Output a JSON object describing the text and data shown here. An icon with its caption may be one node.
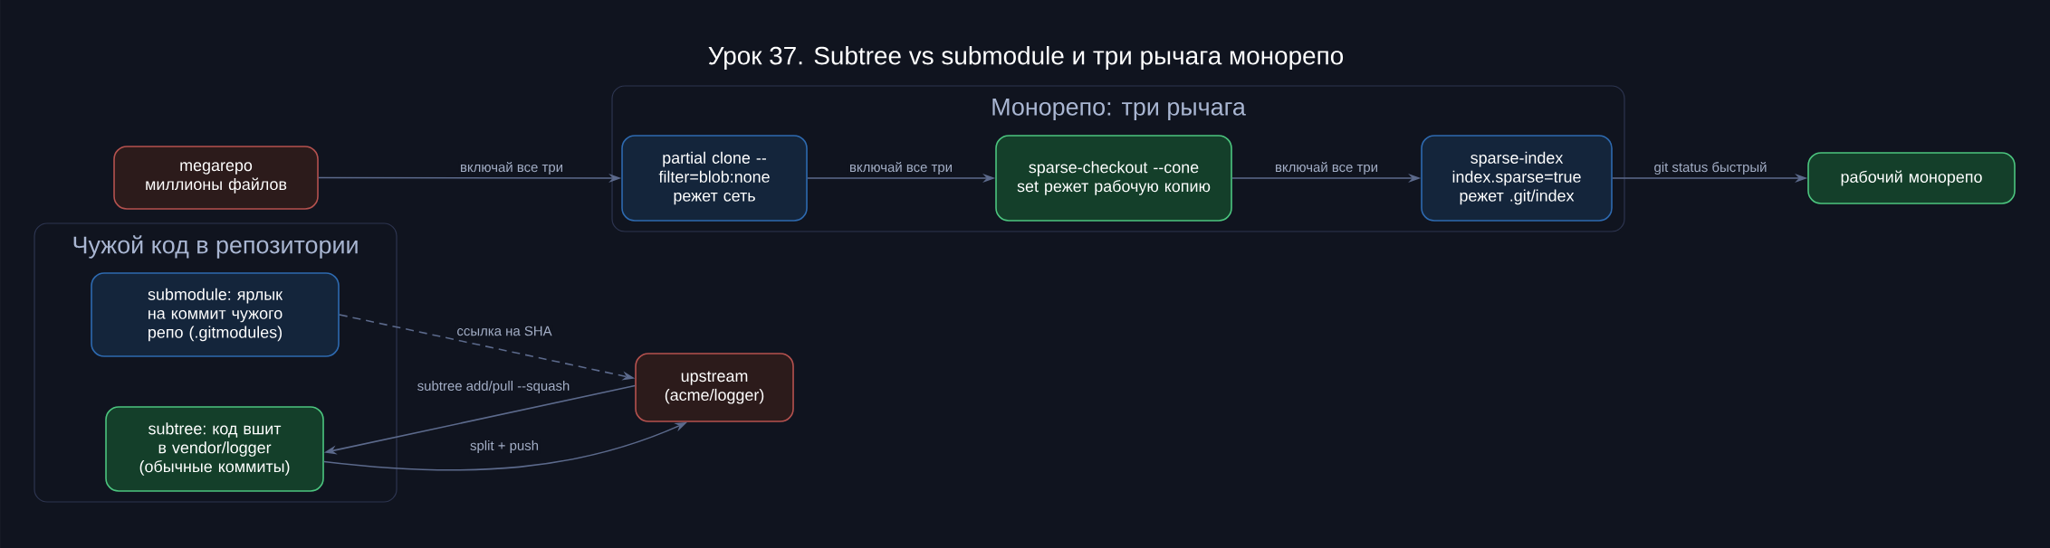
{
  "diagram": {
    "title": "Урок 37. Subtree vs submodule и три рычага монорепо",
    "nodes": [
      {
        "text": [
          "megarepo миллионы файлов"
        ]
      },
      {
        "text": [
          "Монорепо: три рычага"
        ]
      },
      {
        "text": [
          "partial clone --filter=blob:none режет сеть"
        ],
        "in": 1
      },
      {
        "text": [
          "sparse-checkout --cone set режет рабочую копию"
        ],
        "in": 1
      },
      {
        "text": [
          "sparse-index index.sparse=true режет .git/index"
        ],
        "in": 1
      },
      {
        "text": [
          "рабочий монорепо"
        ]
      },
      {
        "text": [
          "Чужой код в репозитории"
        ]
      },
      {
        "text": [
          "submodule: ярлык на коммит чужого репо (.gitmodules)"
        ],
        "in": 6
      },
      {
        "text": [
          "subtree: код вшит в vendor/logger (обычные коммиты)"
        ],
        "in": 6
      },
      {
        "text": [
          "upstream (acme/logger)"
        ]
      }
    ],
    "edges": [
      {
        "from": 0,
        "to": 2,
        "arrow": "to",
        "label": "включай все три"
      },
      {
        "from": 2,
        "to": 3,
        "arrow": "to",
        "label": "включай все три"
      },
      {
        "from": 3,
        "to": 4,
        "arrow": "to",
        "label": "включай все три"
      },
      {
        "from": 4,
        "to": 5,
        "arrow": "to",
        "label": "git status быстрый"
      },
      {
        "from": 7,
        "to": 9,
        "arrow": "to",
        "label": "ссылка на SHA",
        "style": "dashed"
      },
      {
        "from": 9,
        "to": 8,
        "arrow": "to",
        "label": "subtree add/pull --squash"
      },
      {
        "from": 8,
        "to": 9,
        "arrow": "to",
        "label": "split + push"
      }
    ]
  }
}
